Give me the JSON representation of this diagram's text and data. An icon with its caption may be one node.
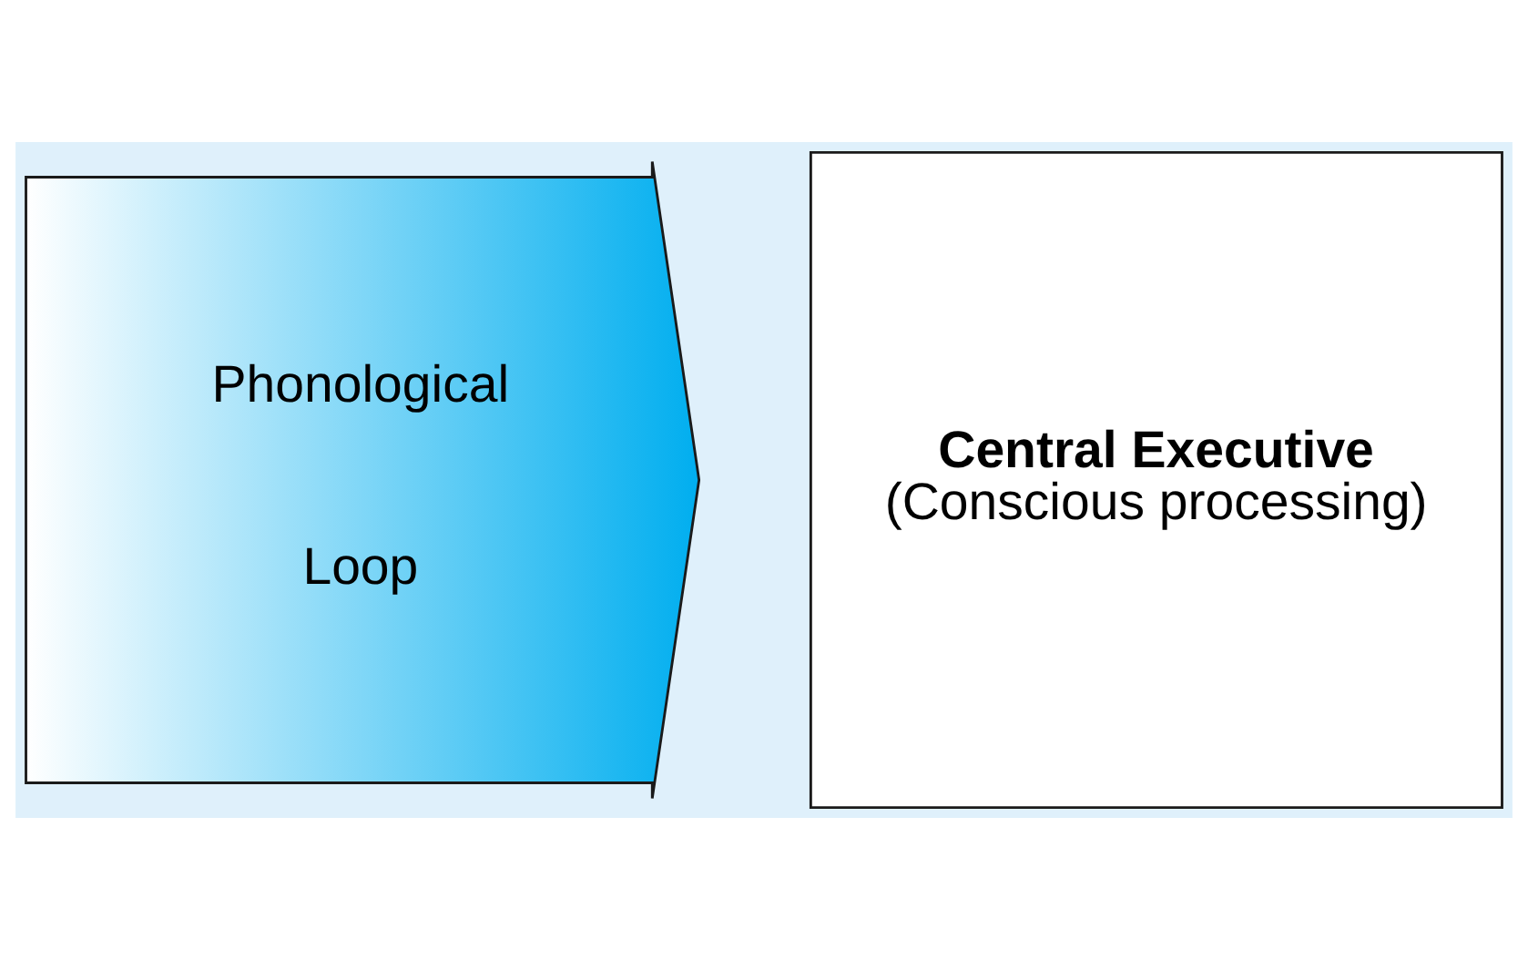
{
  "diagram": {
    "nodes": [
      {
        "text": [
          "Phonological",
          "Loop"
        ]
      },
      {
        "text": [
          "Central Executive",
          "(Conscious processing)"
        ]
      }
    ]
  }
}
